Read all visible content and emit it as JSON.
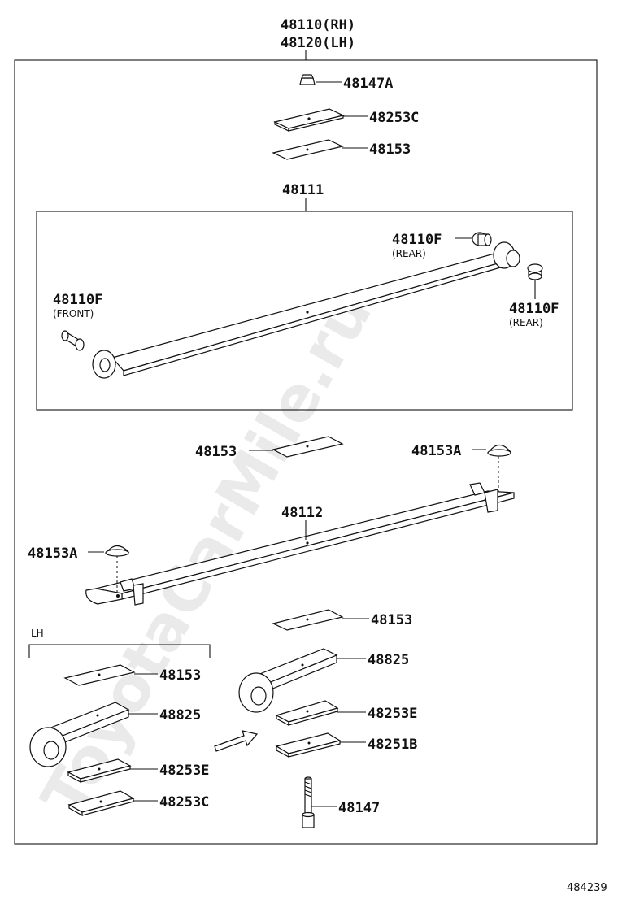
{
  "header": {
    "part_rh": "48110(RH)",
    "part_lh": "48120(LH)"
  },
  "watermark": "ToyotaCarMile.ru",
  "figure_number": "484239",
  "labels": {
    "l_48147A": "48147A",
    "l_48253C_top": "48253C",
    "l_48153_top": "48153",
    "l_48111": "48111",
    "l_48110F_rear1": "48110F",
    "l_48110F_rear1_note": "(REAR)",
    "l_48110F_front": "48110F",
    "l_48110F_front_note": "(FRONT)",
    "l_48110F_rear2": "48110F",
    "l_48110F_rear2_note": "(REAR)",
    "l_48153_mid": "48153",
    "l_48153A_right": "48153A",
    "l_48112": "48112",
    "l_48153A_left": "48153A",
    "l_48153_lower": "48153",
    "l_48825_rh": "48825",
    "l_48253E_rh": "48253E",
    "l_48251B": "48251B",
    "l_48147": "48147",
    "l_lh_group": "LH",
    "l_48153_lh": "48153",
    "l_48825_lh": "48825",
    "l_48253E_lh": "48253E",
    "l_48253C_lh": "48253C"
  }
}
